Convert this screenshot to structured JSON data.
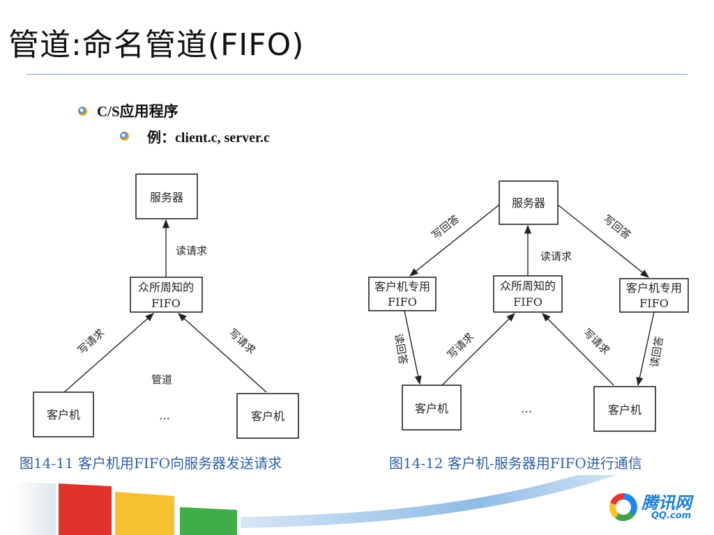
{
  "slide": {
    "title": "管道:命名管道(FIFO)",
    "bullets": [
      {
        "text": "C/S应用程序"
      },
      {
        "text": "例：client.c, server.c"
      }
    ]
  },
  "figure_left": {
    "server": "服务器",
    "fifo_line1": "众所周知的",
    "fifo_line2": "FIFO",
    "read_label": "读请求",
    "write_label_left": "写请求",
    "write_label_right": "写请求",
    "pipe_label": "管道",
    "client_left": "客户机",
    "client_right": "客户机",
    "ellipsis": "…",
    "caption": "图14-11   客户机用FIFO向服务器发送请求"
  },
  "figure_right": {
    "server": "服务器",
    "fifo_line1": "众所周知的",
    "fifo_line2": "FIFO",
    "client_fifo_left_line1": "客户机专用",
    "client_fifo_left_line2": "FIFO",
    "client_fifo_right_line1": "客户机专用",
    "client_fifo_right_line2": "FIFO",
    "write_reply_left": "写回答",
    "write_reply_right": "写回答",
    "read_request": "读请求",
    "read_reply_left": "读回答",
    "read_reply_right": "读回答",
    "write_request_left": "写请求",
    "write_request_right": "写请求",
    "client_left": "客户机",
    "client_right": "客户机",
    "ellipsis": "…",
    "caption": "图14-12   客户机-服务器用FIFO进行通信"
  },
  "logo": {
    "main": "腾讯网",
    "sub": "QQ.com"
  },
  "colors": {
    "caption": "#2f5fa6",
    "rule": "#6fa7d8",
    "logo": "#1e7fd0"
  }
}
